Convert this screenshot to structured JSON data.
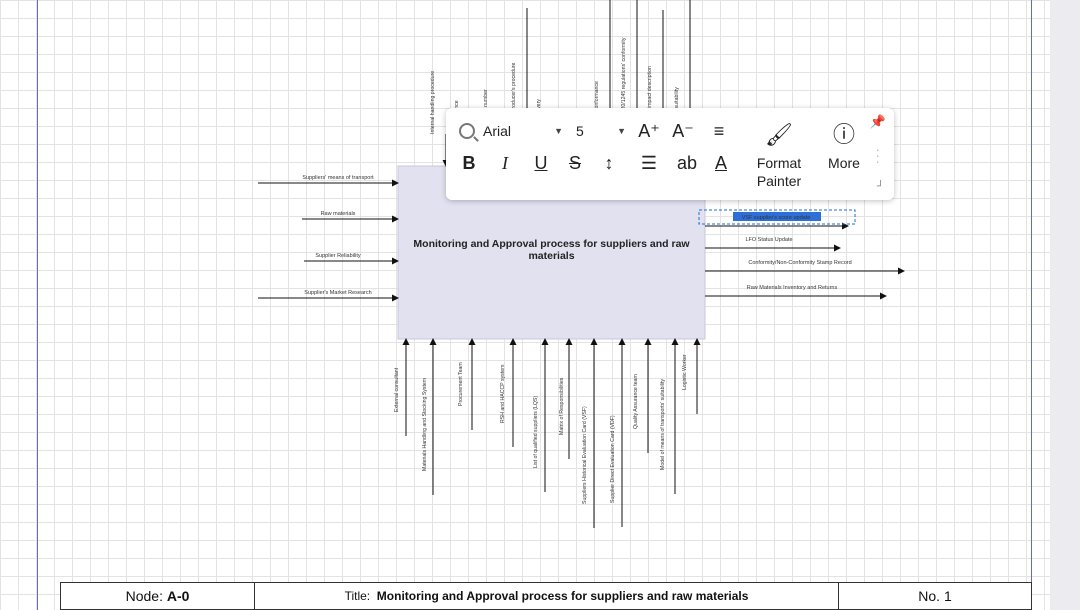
{
  "diagram": {
    "box_title": "Monitoring and Approval process for suppliers and raw materials",
    "inputs": [
      "Suppliers' means of transport",
      "Raw materials",
      "Supplier Reliability",
      "Supplier's Market Research"
    ],
    "outputs": [
      "VSF supplier's score update",
      "LFO Status Update",
      "Conformity/Non-Conformity Stamp Record",
      "Raw Materials Inventory and Returns"
    ],
    "controls": [
      "Internal handling procedure",
      "Ltd's presence",
      "registration number",
      "legal and producer's procedure",
      "of time delivery",
      "nals",
      "d EFSA's conformance",
      "and UE 2020/1245 regulations' conformity",
      "company's impact description",
      "transports' suitability"
    ],
    "mechanisms": [
      "External consultant",
      "Materials Handling and Stocking System",
      "Procurement Team",
      "RSH and HACCP system",
      "List of qualified suppliers (LQS)",
      "Matrix of Responsibilities",
      "Suppliers Historical Evaluation Card (VSF)",
      "Supplier Direct Evaluation Card (VDF)",
      "Quality Assurance team",
      "Model of means of transports' suitability",
      "Logistic Worker"
    ]
  },
  "toolbar": {
    "font_name": "Arial",
    "font_size": "5",
    "grow_icon": "A⁺",
    "shrink_icon": "A⁻",
    "align_icon": "≡",
    "bold": "B",
    "italic": "I",
    "underline": "U",
    "strike": "S",
    "line_spacing_icon": "↕",
    "list_icon": "☰",
    "ab": "ab",
    "font_color_icon": "A",
    "format_painter_label": "Format Painter",
    "more_label": "More"
  },
  "title_bar": {
    "node_label": "Node:",
    "node_value": "A-0",
    "title_label": "Title:",
    "title_value": "Monitoring and Approval process for suppliers and raw materials",
    "no_label": "No.",
    "no_value": "1"
  }
}
